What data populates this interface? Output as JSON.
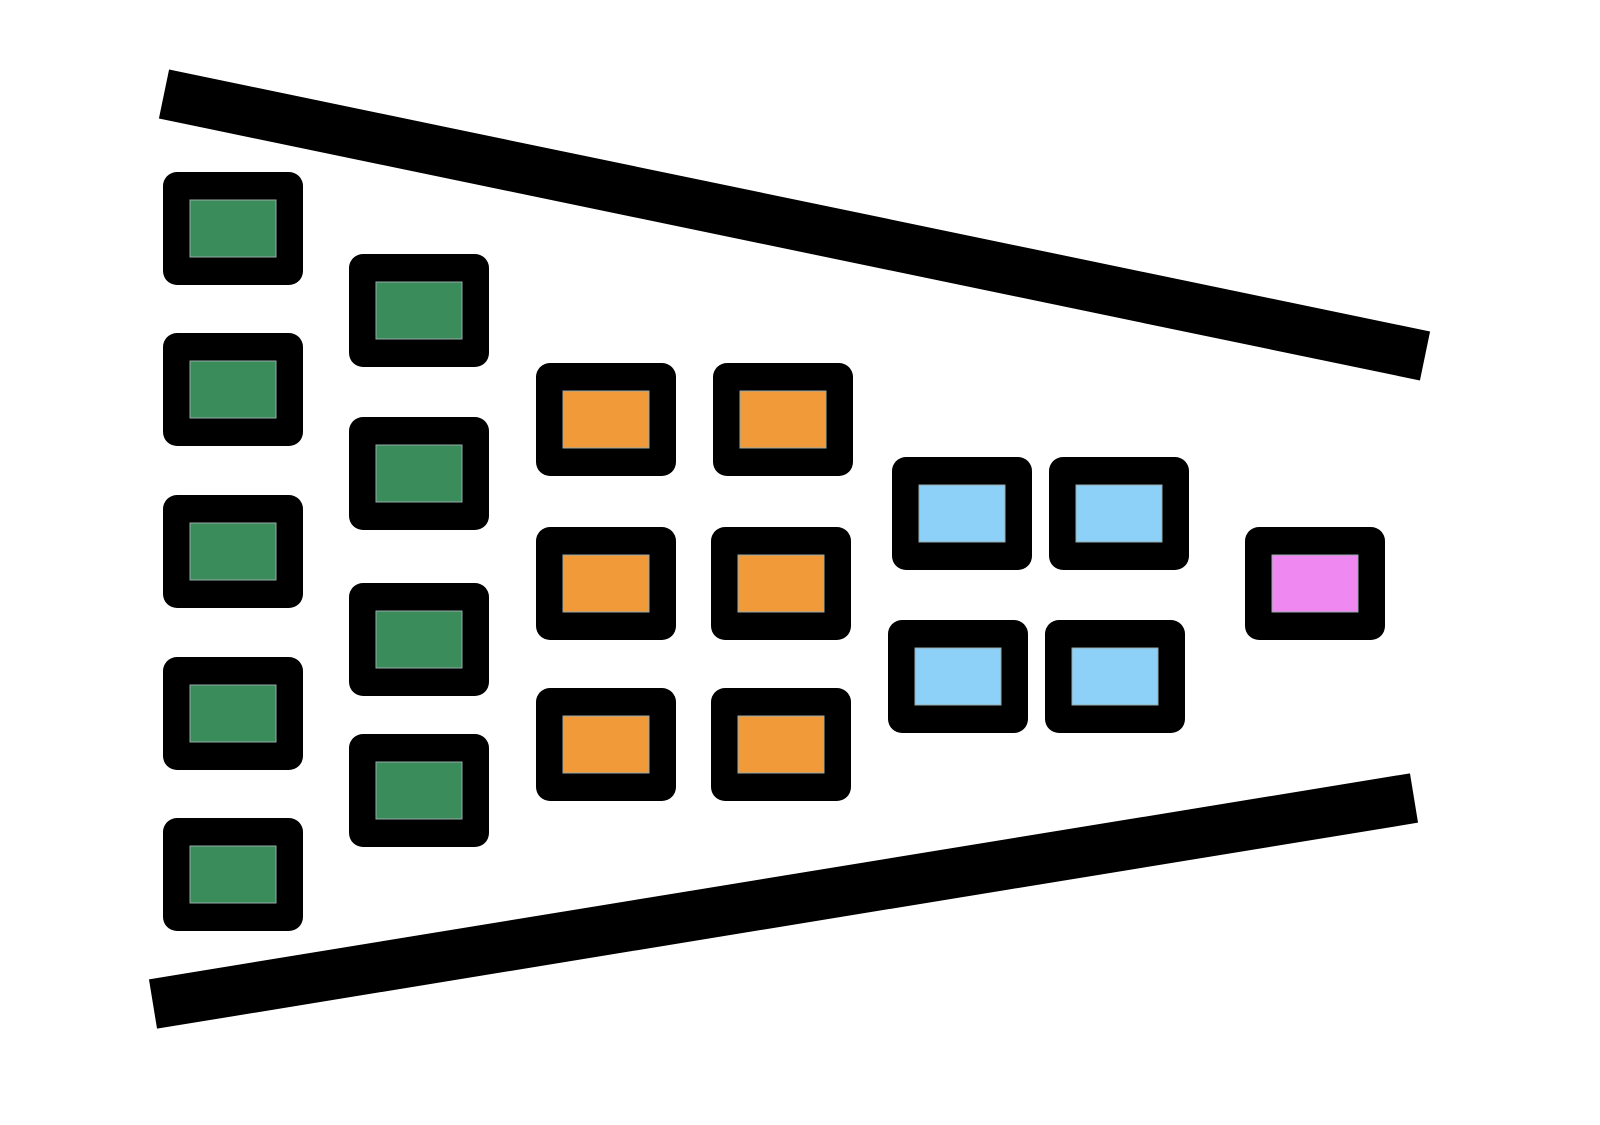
{
  "colors": {
    "outline": "#000000",
    "background": "#ffffff",
    "green": "#3a8d5a",
    "orange": "#f09a3a",
    "blue": "#8dd1f9",
    "pink": "#f088f2"
  },
  "groups": [
    {
      "name": "column-1",
      "color": "green",
      "count": 5
    },
    {
      "name": "column-2",
      "color": "green",
      "count": 4
    },
    {
      "name": "column-3",
      "color": "orange",
      "count": 3
    },
    {
      "name": "column-4",
      "color": "orange",
      "count": 3
    },
    {
      "name": "column-5",
      "color": "blue",
      "count": 2
    },
    {
      "name": "column-6",
      "color": "blue",
      "count": 2
    },
    {
      "name": "column-7",
      "color": "pink",
      "count": 1
    }
  ]
}
